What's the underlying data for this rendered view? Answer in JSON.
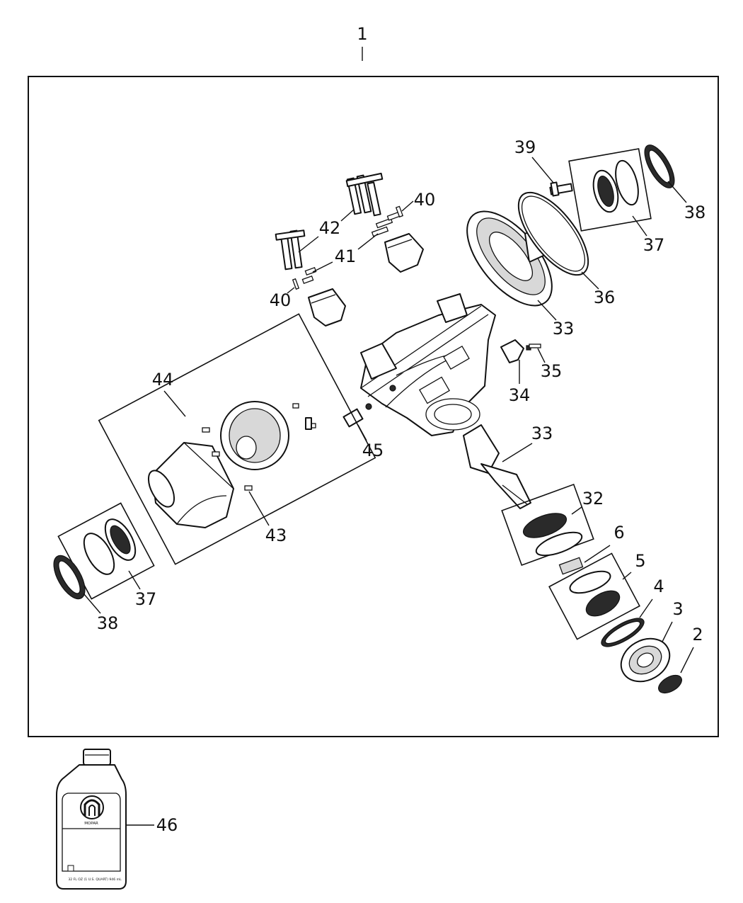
{
  "assembly": {
    "callout": "1"
  },
  "callouts": {
    "c2": "2",
    "c3": "3",
    "c4": "4",
    "c5": "5",
    "c6": "6",
    "c32": "32",
    "c33a": "33",
    "c33b": "33",
    "c34": "34",
    "c35": "35",
    "c36": "36",
    "c37a": "37",
    "c37b": "37",
    "c38a": "38",
    "c38b": "38",
    "c39": "39",
    "c40a": "40",
    "c40b": "40",
    "c41": "41",
    "c42": "42",
    "c43": "43",
    "c44": "44",
    "c45": "45",
    "c46": "46"
  },
  "bottle": {
    "brand": "MOPAR",
    "volume": "32 FL OZ (1 U.S. QUART) 946 mL"
  }
}
